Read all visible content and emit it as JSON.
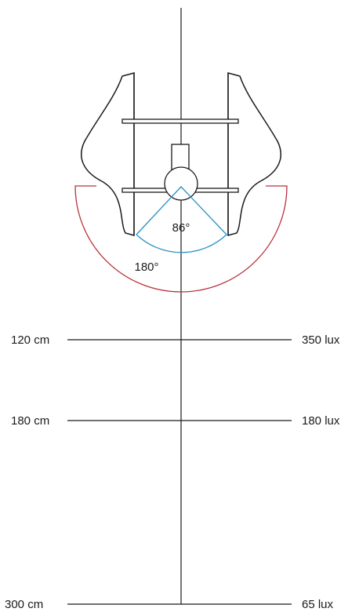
{
  "angles": {
    "beam": "86°",
    "spread": "180°"
  },
  "distances": [
    {
      "distance": "120 cm",
      "illuminance": "350 lux"
    },
    {
      "distance": "180 cm",
      "illuminance": "180 lux"
    },
    {
      "distance": "300 cm",
      "illuminance": "65 lux"
    }
  ],
  "colors": {
    "beam_arc": "#2a8fc4",
    "spread_arc": "#b8323f",
    "lines": "#1a1a1a"
  }
}
